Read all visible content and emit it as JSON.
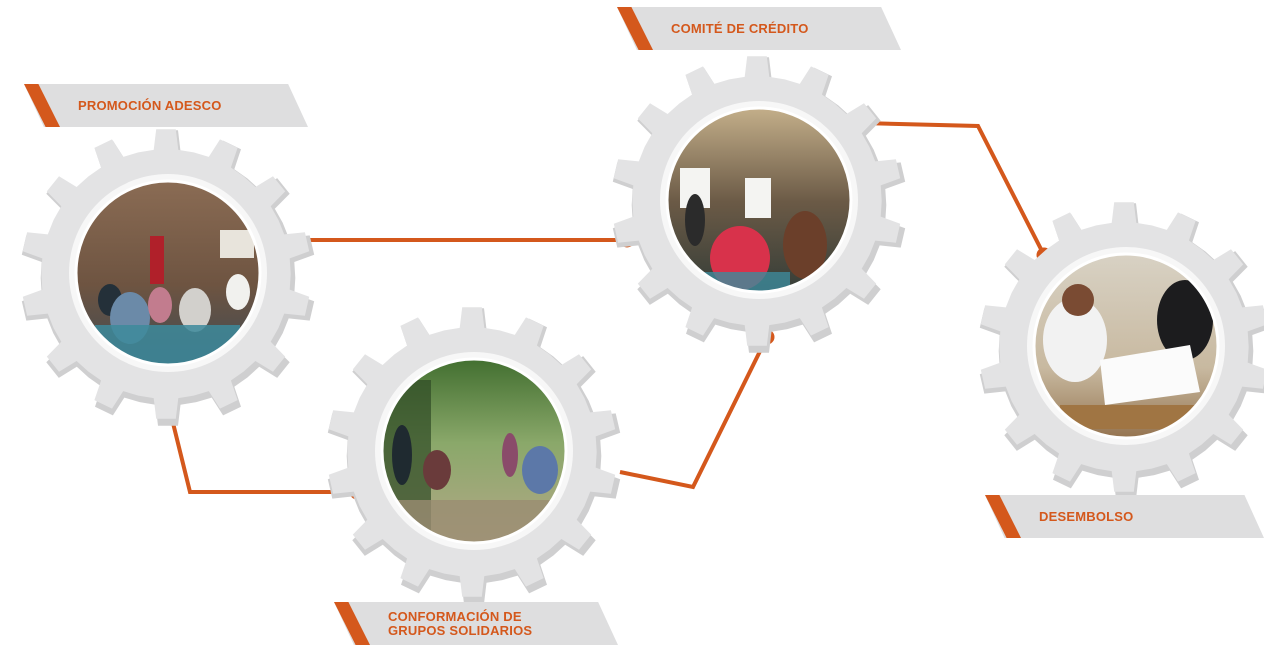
{
  "colors": {
    "accent": "#d4581c",
    "gear": "#e3e3e4",
    "gear_shadow": "#cfcfd0",
    "banner": "#dededf"
  },
  "stages": [
    {
      "id": "promocion",
      "label": "PROMOCIÓN ADESCO",
      "photo": "community meeting under shelter"
    },
    {
      "id": "conformacion",
      "label": "CONFORMACIÓN DE\nGRUPOS SOLIDARIOS",
      "photo": "group gathered under tree"
    },
    {
      "id": "comite",
      "label": "COMITÉ DE CRÉDITO",
      "photo": "people holding papers"
    },
    {
      "id": "desembolso",
      "label": "DESEMBOLSO",
      "photo": "signing documents at table"
    }
  ]
}
